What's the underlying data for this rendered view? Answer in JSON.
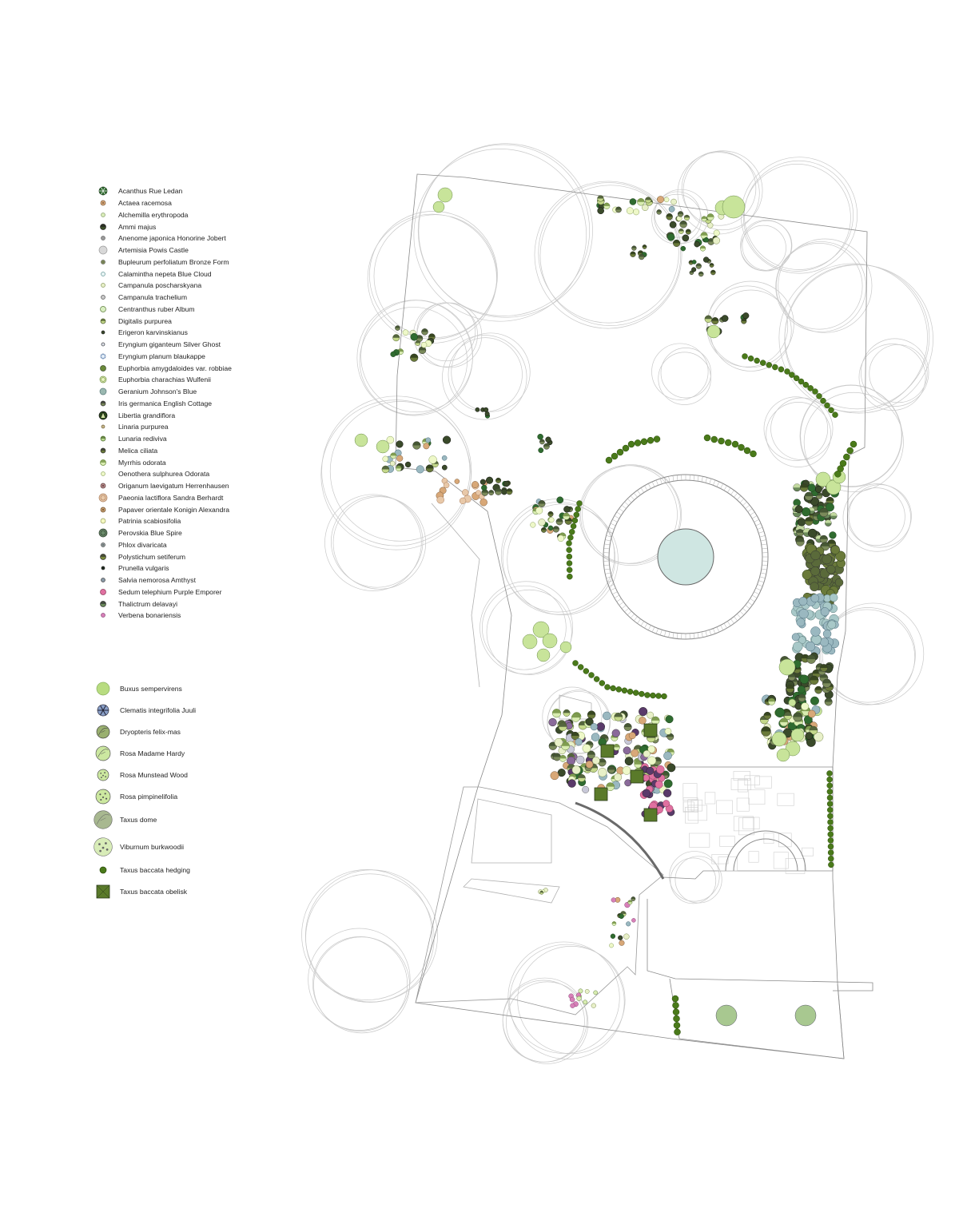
{
  "legend_perennials": [
    {
      "label": "Acanthus Rue Ledan",
      "fill": "#2f6b2f",
      "stroke": "#1f3f1f",
      "pattern": "star",
      "r": 5
    },
    {
      "label": "Actaea racemosa",
      "fill": "#d9a97a",
      "stroke": "#7a5a3a",
      "pattern": "dot",
      "r": 3
    },
    {
      "label": "Alchemilla erythropoda",
      "fill": "#d9ecb8",
      "stroke": "#8aa070",
      "pattern": "plain",
      "r": 2.5
    },
    {
      "label": "Ammi majus",
      "fill": "#3d4f2a",
      "stroke": "#222",
      "pattern": "half",
      "r": 3.5
    },
    {
      "label": "Anenome japonica Honorine Jobert",
      "fill": "#9a9a9a",
      "stroke": "#666",
      "pattern": "plain",
      "r": 2.5
    },
    {
      "label": "Artemisia Powis Castle",
      "fill": "#d8d8d8",
      "stroke": "#9a9a9a",
      "pattern": "plain",
      "r": 5
    },
    {
      "label": "Bupleurum perfoliatum Bronze Form",
      "fill": "#8a9a5a",
      "stroke": "#555",
      "pattern": "dot",
      "r": 2.5
    },
    {
      "label": "Calamintha nepeta Blue Cloud",
      "fill": "#e8f4f4",
      "stroke": "#6a9a9a",
      "pattern": "plain",
      "r": 2.5
    },
    {
      "label": "Campanula poscharskyana",
      "fill": "#e8f0c8",
      "stroke": "#8a9a60",
      "pattern": "plain",
      "r": 2.5
    },
    {
      "label": "Campanula trachelium",
      "fill": "#c8c8c8",
      "stroke": "#555",
      "pattern": "plain",
      "r": 2.5
    },
    {
      "label": "Centranthus ruber Album",
      "fill": "#d8eec0",
      "stroke": "#5a7a3a",
      "pattern": "plain",
      "r": 3.5
    },
    {
      "label": "Digitalis purpurea",
      "fill": "#c4d88a",
      "stroke": "#4a5a2a",
      "pattern": "half",
      "r": 3
    },
    {
      "label": "Erigeron karvinskianus",
      "fill": "#3a4a2a",
      "stroke": "#222",
      "pattern": "plain",
      "r": 2
    },
    {
      "label": "Eryngium giganteum Silver Ghost",
      "fill": "#5a6a8a",
      "stroke": "#333",
      "pattern": "star",
      "r": 2
    },
    {
      "label": "Eryngium planum blaukappe",
      "fill": "#a8c4e0",
      "stroke": "#4a6a9a",
      "pattern": "star",
      "r": 3
    },
    {
      "label": "Euphorbia amygdaloides var. robbiae",
      "fill": "#6a8a3a",
      "stroke": "#3a4a2a",
      "pattern": "plain",
      "r": 3.5
    },
    {
      "label": "Euphorbia charachias Wulfenii",
      "fill": "#e8f4c0",
      "stroke": "#6a8a3a",
      "pattern": "ring",
      "r": 4
    },
    {
      "label": "Geranium Johnson's Blue",
      "fill": "#9ab8b0",
      "stroke": "#5a7a7a",
      "pattern": "plain",
      "r": 4
    },
    {
      "label": "Iris germanica English Cottage",
      "fill": "#7a8a5a",
      "stroke": "#333",
      "pattern": "half",
      "r": 3
    },
    {
      "label": "Libertia grandiflora",
      "fill": "#2a4a1a",
      "stroke": "#111",
      "pattern": "spike",
      "r": 5
    },
    {
      "label": "Linaria purpurea",
      "fill": "#c8b888",
      "stroke": "#6a5a3a",
      "pattern": "plain",
      "r": 2
    },
    {
      "label": "Lunaria rediviva",
      "fill": "#b8d890",
      "stroke": "#4a6a2a",
      "pattern": "half",
      "r": 3
    },
    {
      "label": "Melica ciliata",
      "fill": "#6a7a3a",
      "stroke": "#333",
      "pattern": "half",
      "r": 3
    },
    {
      "label": "Myrrhis odorata",
      "fill": "#d8ecb0",
      "stroke": "#6a8a3a",
      "pattern": "half",
      "r": 3.5
    },
    {
      "label": "Oenothera sulphurea Odorata",
      "fill": "#eef8c8",
      "stroke": "#9ab070",
      "pattern": "plain",
      "r": 2.5
    },
    {
      "label": "Origanum laevigatum Herrenhausen",
      "fill": "#b88a8a",
      "stroke": "#5a3a3a",
      "pattern": "dot",
      "r": 3
    },
    {
      "label": "Paeonia lactiflora Sandra Berhardt",
      "fill": "#e8c8a8",
      "stroke": "#a87a5a",
      "pattern": "ring",
      "r": 5
    },
    {
      "label": "Papaver orientale Konigin Alexandra",
      "fill": "#c8a070",
      "stroke": "#6a4a2a",
      "pattern": "dot",
      "r": 3
    },
    {
      "label": "Patrinia scabiosifolia",
      "fill": "#f4f8c0",
      "stroke": "#9aa060",
      "pattern": "plain",
      "r": 3
    },
    {
      "label": "Perovskia Blue Spire",
      "fill": "#6a8a6a",
      "stroke": "#2a3a2a",
      "pattern": "ring",
      "r": 5
    },
    {
      "label": "Phlox divaricata",
      "fill": "#9aa8a8",
      "stroke": "#444",
      "pattern": "dot",
      "r": 2.5
    },
    {
      "label": "Polystichum setiferum",
      "fill": "#7a8a3a",
      "stroke": "#333",
      "pattern": "half",
      "r": 3.5
    },
    {
      "label": "Prunella vulgaris",
      "fill": "#2a3a2a",
      "stroke": "#111",
      "pattern": "dot",
      "r": 2
    },
    {
      "label": "Salvia nemorosa Amthyst",
      "fill": "#8a9aa8",
      "stroke": "#444",
      "pattern": "plain",
      "r": 2.5
    },
    {
      "label": "Sedum telephium Purple Emporer",
      "fill": "#e070a0",
      "stroke": "#8a3a5a",
      "pattern": "plain",
      "r": 3.5
    },
    {
      "label": "Thalictrum delavayi",
      "fill": "#6a8a5a",
      "stroke": "#333",
      "pattern": "half",
      "r": 3.5
    },
    {
      "label": "Verbena bonariensis",
      "fill": "#d880b8",
      "stroke": "#8a4a7a",
      "pattern": "plain",
      "r": 2.5
    }
  ],
  "legend_shrubs": [
    {
      "label": "Buxus sempervirens",
      "kind": "circle",
      "fill": "#b8dc80",
      "stroke": "#8ab060",
      "r": 8,
      "h": 27
    },
    {
      "label": "Clematis integrifolia Juuli",
      "kind": "star",
      "fill": "#8aa0c8",
      "stroke": "#334",
      "r": 7,
      "h": 27
    },
    {
      "label": "Dryopteris felix-mas",
      "kind": "leaf",
      "fill": "#9ab070",
      "stroke": "#444",
      "r": 8,
      "h": 27
    },
    {
      "label": "Rosa Madame Hardy",
      "kind": "leaf",
      "fill": "#cce8a0",
      "stroke": "#555",
      "r": 9,
      "h": 27
    },
    {
      "label": "Rosa Munstead Wood",
      "kind": "dots",
      "fill": "#cce8a0",
      "stroke": "#555",
      "r": 7,
      "h": 27
    },
    {
      "label": "Rosa pimpinelifolia",
      "kind": "dots",
      "fill": "#cce8a0",
      "stroke": "#555",
      "r": 9,
      "h": 27
    },
    {
      "label": "Taxus dome",
      "kind": "leaf",
      "fill": "#a8b890",
      "stroke": "#666",
      "r": 13,
      "h": 32
    },
    {
      "label": "Viburnum burkwoodii",
      "kind": "dots",
      "fill": "#d8ecb8",
      "stroke": "#666",
      "r": 14,
      "h": 36
    },
    {
      "label": "Taxus baccata hedging",
      "kind": "circle",
      "fill": "#4a7a1a",
      "stroke": "#2a4a0a",
      "r": 4,
      "h": 22
    },
    {
      "label": "Taxus baccata obelisk",
      "kind": "square",
      "fill": "#5a7a2a",
      "stroke": "#2a3a1a",
      "r": 8,
      "h": 32
    }
  ],
  "colors": {
    "outline": "#9a9a9a",
    "canopy": "#c8c8c8",
    "pool": "#cfe6e2",
    "hedge": "#4a7a1a",
    "light_green": "#c8e49a",
    "dark_green": "#3a5a1a",
    "purple": "#5a3a6a",
    "pink": "#e070a0",
    "blue_grey": "#9ab8c0"
  }
}
